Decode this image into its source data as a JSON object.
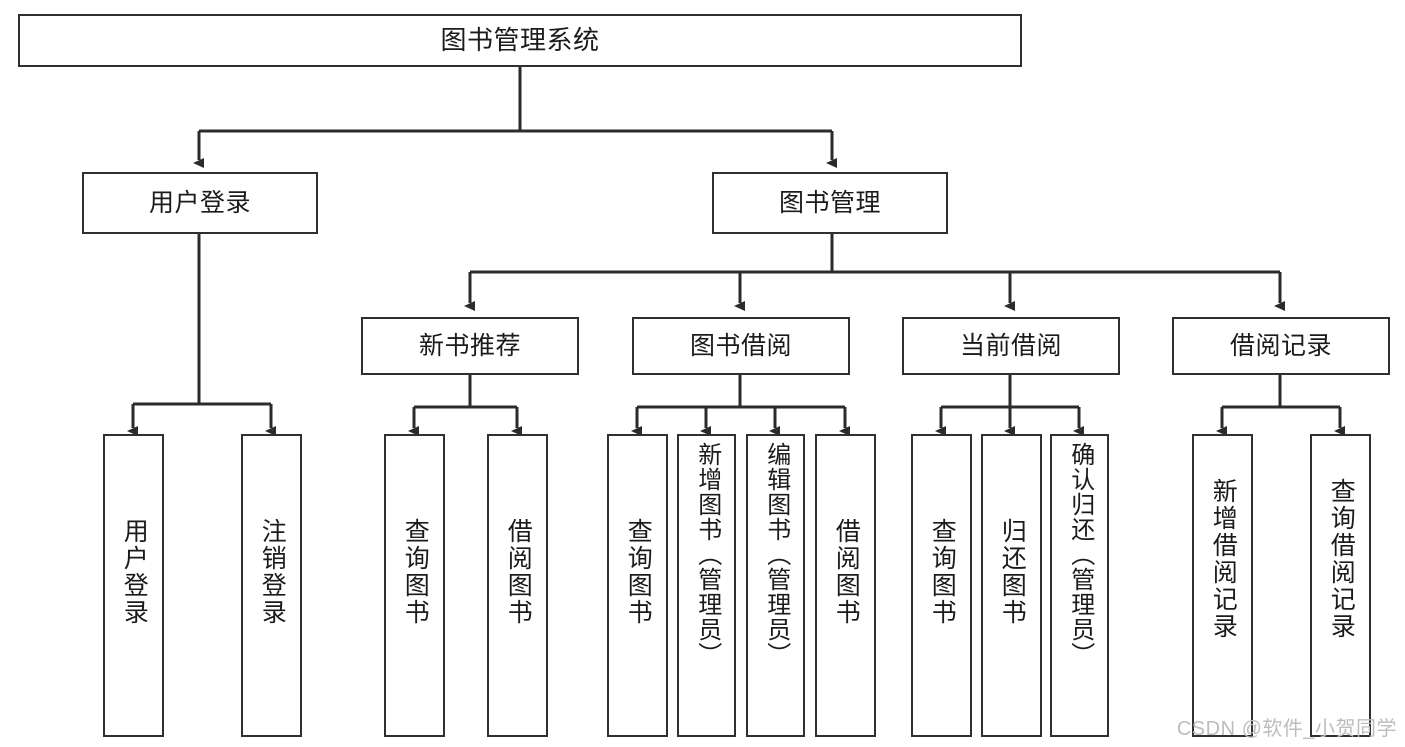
{
  "diagram": {
    "title": "图书管理系统",
    "type": "hierarchy-tree",
    "watermark": "CSDN @软件_小贺同学",
    "colors": {
      "background": "#ffffff",
      "box_border": "#30302f",
      "box_fill": "#ffffff",
      "connector": "#2b2b2b",
      "text": "#1b1b1b",
      "watermark": "#bdbdbd"
    },
    "nodes": {
      "root": {
        "label": "图书管理系统"
      },
      "level1": [
        {
          "id": "user-login",
          "label": "用户登录"
        },
        {
          "id": "book-manage",
          "label": "图书管理"
        }
      ],
      "level2": [
        {
          "id": "new-book-recommend",
          "label": "新书推荐"
        },
        {
          "id": "book-borrow",
          "label": "图书借阅"
        },
        {
          "id": "current-borrow",
          "label": "当前借阅"
        },
        {
          "id": "borrow-record",
          "label": "借阅记录"
        }
      ],
      "leaves": [
        {
          "id": "leaf-user-login",
          "label": "用户登录",
          "parent": "user-login"
        },
        {
          "id": "leaf-logout-login",
          "label": "注销登录",
          "parent": "user-login"
        },
        {
          "id": "leaf-query-book-1",
          "label": "查询图书",
          "parent": "new-book-recommend"
        },
        {
          "id": "leaf-borrow-book-1",
          "label": "借阅图书",
          "parent": "new-book-recommend"
        },
        {
          "id": "leaf-query-book-2",
          "label": "查询图书",
          "parent": "book-borrow"
        },
        {
          "id": "leaf-add-book",
          "label": "新增图书（管理员）",
          "parent": "book-borrow"
        },
        {
          "id": "leaf-edit-book",
          "label": "编辑图书（管理员）",
          "parent": "book-borrow"
        },
        {
          "id": "leaf-borrow-book-2",
          "label": "借阅图书",
          "parent": "book-borrow"
        },
        {
          "id": "leaf-query-book-3",
          "label": "查询图书",
          "parent": "current-borrow"
        },
        {
          "id": "leaf-return-book",
          "label": "归还图书",
          "parent": "current-borrow"
        },
        {
          "id": "leaf-confirm-return",
          "label": "确认归还（管理员）",
          "parent": "current-borrow"
        },
        {
          "id": "leaf-add-record",
          "label": "新增借阅记录",
          "parent": "borrow-record"
        },
        {
          "id": "leaf-query-record",
          "label": "查询借阅记录",
          "parent": "borrow-record"
        }
      ]
    }
  }
}
